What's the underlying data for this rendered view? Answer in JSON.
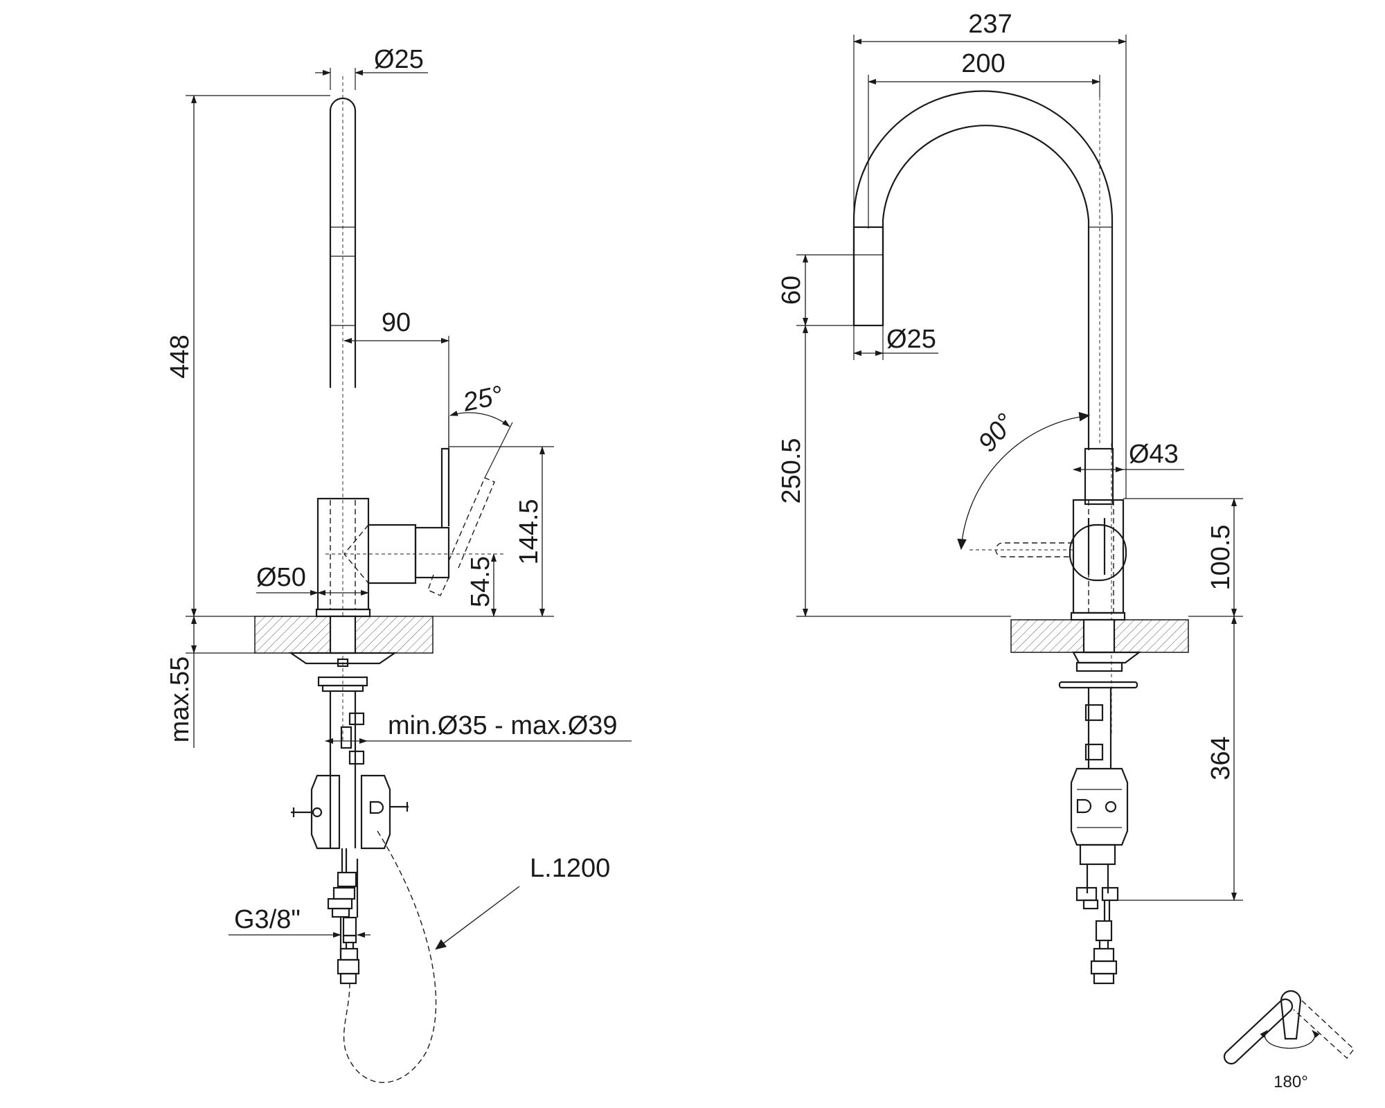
{
  "side_view": {
    "spout_diameter": "Ø25",
    "total_height": "448",
    "lever_reach": "90",
    "lever_angle": "25°",
    "lever_height": "144.5",
    "body_height": "54.5",
    "base_diameter": "Ø50",
    "max_deck_thickness": "max.55",
    "hole_diameter": "min.Ø35 - max.Ø39",
    "hose_length": "L.1200",
    "thread": "G3/8\""
  },
  "front_view": {
    "overall_width": "237",
    "spout_reach": "200",
    "spray_head_length": "60",
    "spray_head_diameter": "Ø25",
    "outlet_height": "250.5",
    "lever_rotation": "90°",
    "body_diameter": "Ø43",
    "body_height": "100.5",
    "under_deck_length": "364"
  },
  "rotation_icon": {
    "label": "180°"
  }
}
